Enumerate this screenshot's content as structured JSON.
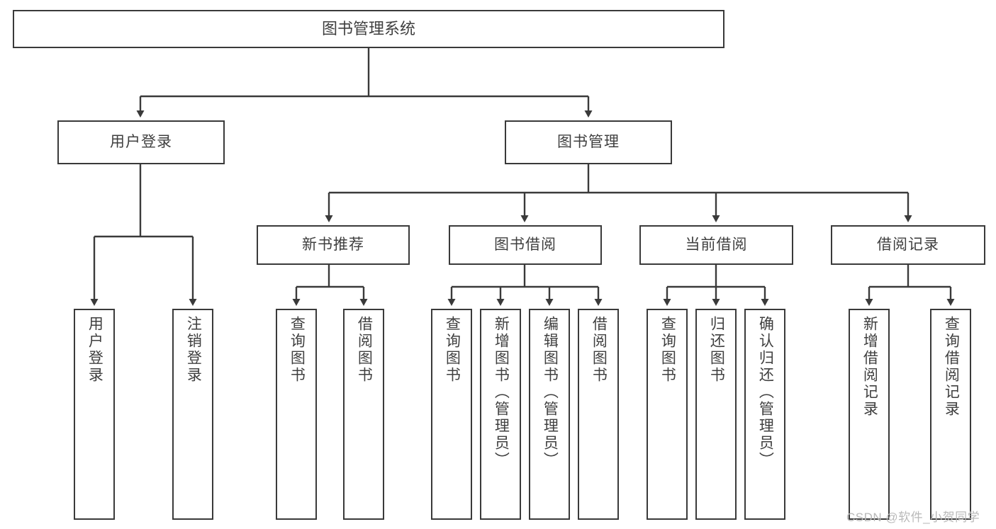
{
  "diagram": {
    "type": "tree-hierarchy",
    "title": "图书管理系统",
    "root": {
      "label": "图书管理系统"
    },
    "level1": [
      {
        "label": "用户登录"
      },
      {
        "label": "图书管理"
      }
    ],
    "level2": [
      {
        "label": "新书推荐",
        "parent": "图书管理"
      },
      {
        "label": "图书借阅",
        "parent": "图书管理"
      },
      {
        "label": "当前借阅",
        "parent": "图书管理"
      },
      {
        "label": "借阅记录",
        "parent": "图书管理"
      }
    ],
    "leaves": {
      "user_login": [
        {
          "label": "用户登录"
        },
        {
          "label": "注销登录"
        }
      ],
      "new_book_recommend": [
        {
          "label": "查询图书"
        },
        {
          "label": "借阅图书"
        }
      ],
      "book_borrow": [
        {
          "label": "查询图书"
        },
        {
          "label": "新增图书（管理员）"
        },
        {
          "label": "编辑图书（管理员）"
        },
        {
          "label": "借阅图书"
        }
      ],
      "current_borrow": [
        {
          "label": "查询图书"
        },
        {
          "label": "归还图书"
        },
        {
          "label": "确认归还（管理员）"
        }
      ],
      "borrow_record": [
        {
          "label": "新增借阅记录"
        },
        {
          "label": "查询借阅记录"
        }
      ]
    }
  },
  "watermark": {
    "text": "CSDN @软件_小贺同学"
  },
  "colors": {
    "stroke": "#3a3a3a",
    "text": "#3f3f3f",
    "background": "#ffffff",
    "watermark": "#b9b9b9"
  }
}
